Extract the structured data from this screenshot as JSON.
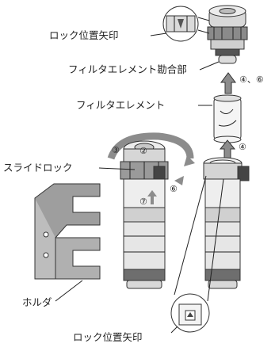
{
  "labels": {
    "lock_arrow_top": "ロック位置矢印",
    "element_engage": "フィルタエレメント勘合部",
    "steps_top": "④、⑥",
    "element": "フィルタエレメント",
    "step4_mid": "④",
    "slide_lock": "スライドロック",
    "step3": "③",
    "step2": "②",
    "step6": "⑥",
    "step7": "⑦",
    "holder": "ホルダ",
    "lock_arrow_bottom": "ロック位置矢印"
  },
  "colors": {
    "outline": "#333333",
    "body_gray": "#e7e7e7",
    "ring_gray": "#b4b4b4",
    "dark_gray": "#6e6e6e",
    "arrow_gray": "#8c8c8c"
  }
}
